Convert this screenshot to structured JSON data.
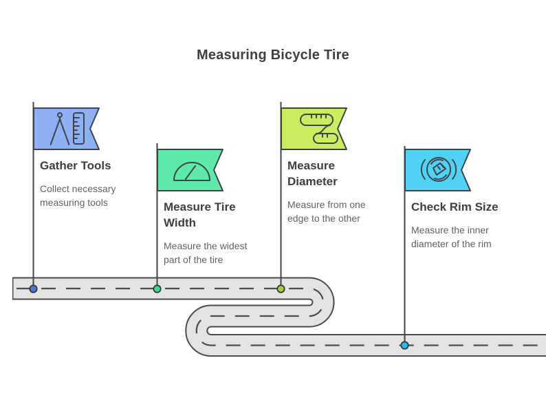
{
  "header": {
    "title": "Measuring Bicycle Tire"
  },
  "colors": {
    "ink": "#3F4347",
    "heading_text": "#3C4043",
    "body_text": "#5F6368",
    "road_fill": "#E3E3E3",
    "road_border": "#4A4B4D"
  },
  "steps": [
    {
      "icon": "compass-ruler-icon",
      "title": "Gather Tools",
      "description": "Collect necessary measuring tools",
      "flag_color": "#8EB1F3",
      "dot_color": "#4A77DB"
    },
    {
      "icon": "gauge-icon",
      "title": "Measure Tire Width",
      "description": "Measure the widest part of the tire",
      "flag_color": "#5DE9A9",
      "dot_color": "#3ED98C"
    },
    {
      "icon": "tape-measure-icon",
      "title": "Measure Diameter",
      "description": "Measure from one edge to the other",
      "flag_color": "#C9ED5F",
      "dot_color": "#A9CC41"
    },
    {
      "icon": "rim-gauge-icon",
      "title": "Check Rim Size",
      "description": "Measure the inner diameter of the rim",
      "flag_color": "#4FD2F4",
      "dot_color": "#2FB9E6"
    }
  ]
}
